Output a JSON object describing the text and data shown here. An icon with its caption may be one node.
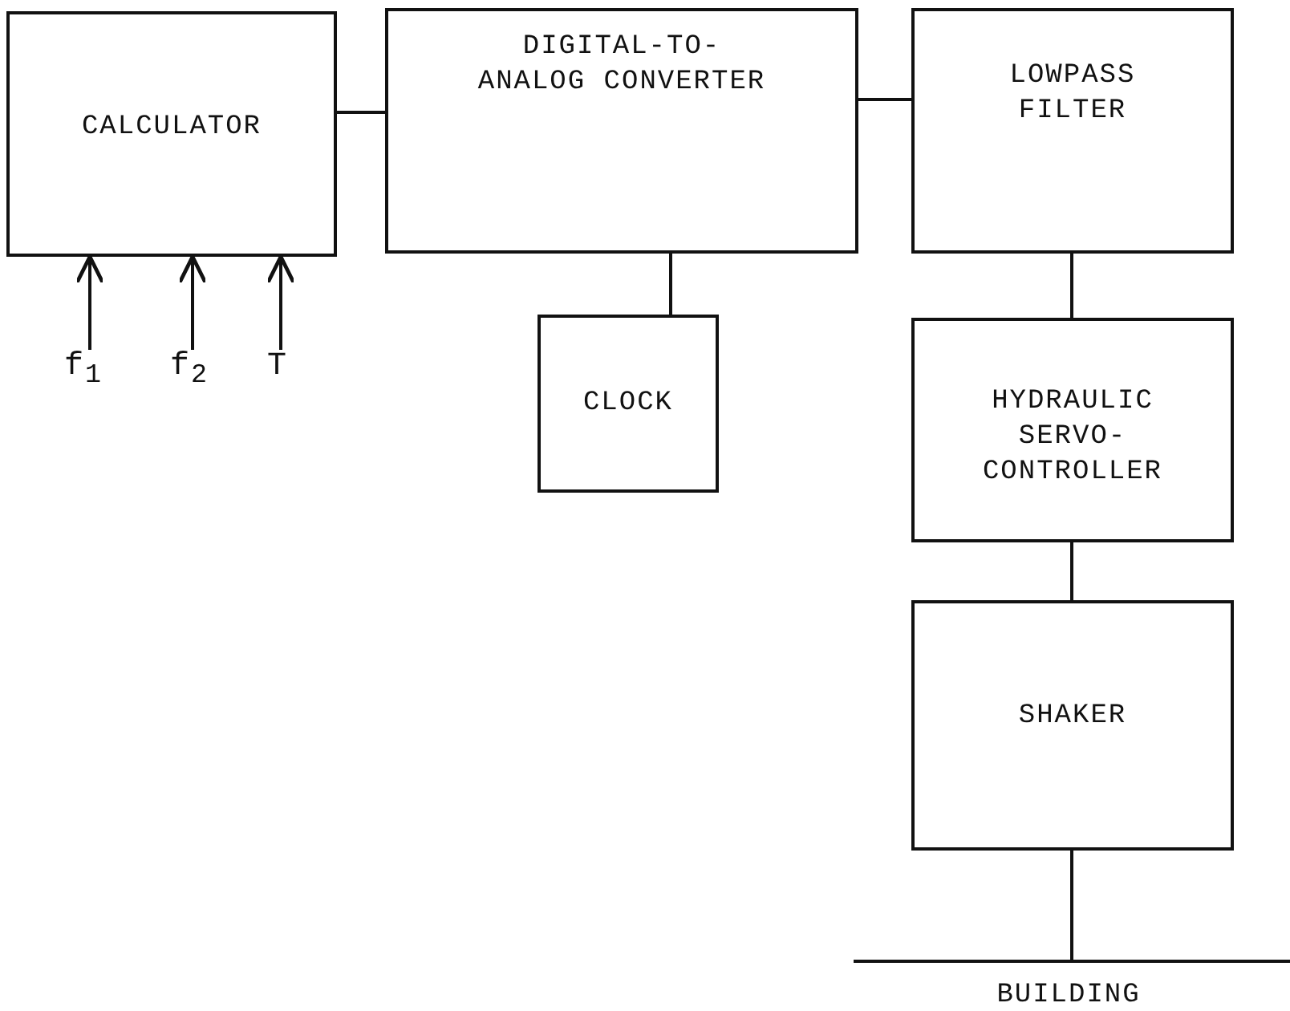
{
  "diagram": {
    "nodes": [
      {
        "text": [
          "CALCULATOR"
        ]
      },
      {
        "text": [
          "DIGITAL-TO- ANALOG CONVERTER"
        ]
      },
      {
        "text": [
          "LOWPASS FILTER"
        ]
      },
      {
        "text": [
          "CLOCK"
        ]
      },
      {
        "text": [
          "HYDRAULIC SERVO- CONTROLLER"
        ]
      },
      {
        "text": [
          "SHAKER"
        ]
      },
      {
        "text": [
          "BUILDING"
        ]
      },
      {
        "text": [
          "f$_{1}$"
        ]
      },
      {
        "text": [
          "f$_{2}$"
        ]
      },
      {
        "text": [
          "T"
        ]
      }
    ],
    "edges": [
      {
        "from": 0,
        "to": 1,
        "arrow": "none"
      },
      {
        "from": 1,
        "to": 2,
        "arrow": "none"
      },
      {
        "from": 1,
        "to": 3,
        "arrow": "none"
      },
      {
        "from": 2,
        "to": 4,
        "arrow": "none"
      },
      {
        "from": 4,
        "to": 5,
        "arrow": "none"
      },
      {
        "from": 5,
        "to": 6,
        "arrow": "none"
      },
      {
        "from": 7,
        "to": 0,
        "arrow": "to"
      },
      {
        "from": 8,
        "to": 0,
        "arrow": "to"
      },
      {
        "from": 9,
        "to": 0,
        "arrow": "to"
      }
    ]
  }
}
